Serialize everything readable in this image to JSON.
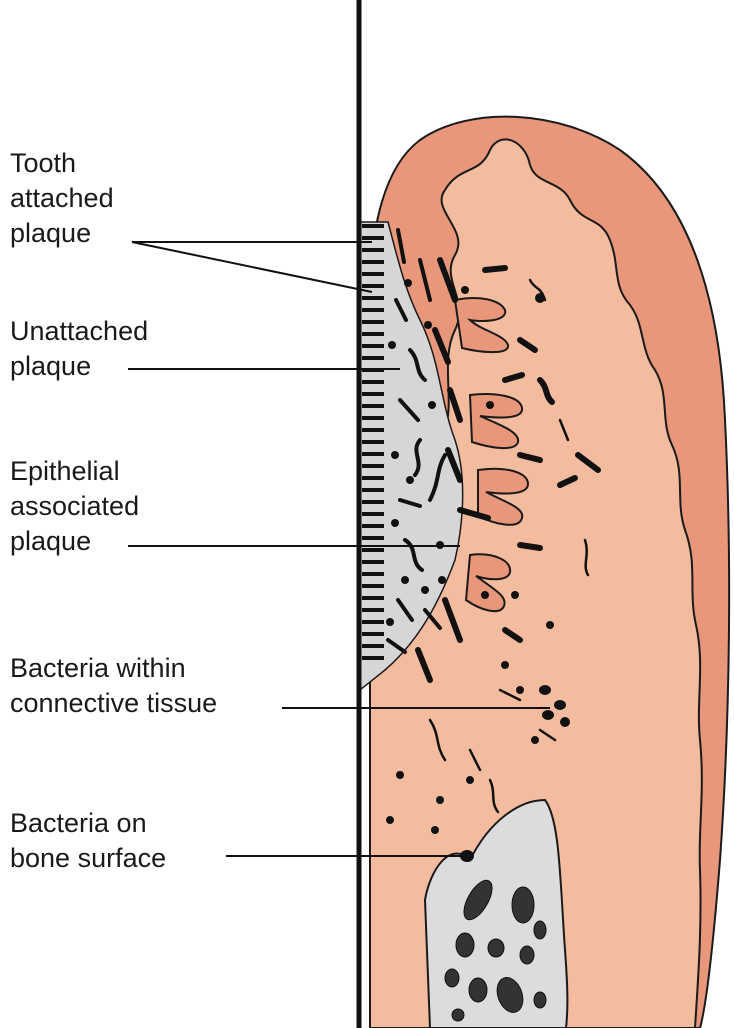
{
  "labels": [
    {
      "id": "tooth-attached-plaque",
      "lines": [
        "Tooth",
        "attached",
        "plaque"
      ]
    },
    {
      "id": "unattached-plaque",
      "lines": [
        "Unattached",
        "plaque"
      ]
    },
    {
      "id": "epithelial-associated-plaque",
      "lines": [
        "Epithelial",
        "associated",
        "plaque"
      ]
    },
    {
      "id": "bacteria-within-connective-tissue",
      "lines": [
        "Bacteria within",
        "connective tissue"
      ]
    },
    {
      "id": "bacteria-on-bone-surface",
      "lines": [
        "Bacteria on",
        "bone surface"
      ]
    }
  ],
  "colors": {
    "gingiva_outer": "#e8977a",
    "connective_tissue": "#f4bc9f",
    "plaque_gray": "#d6d6d6",
    "bone_gray": "#dcdcdc",
    "ink": "#111111"
  }
}
